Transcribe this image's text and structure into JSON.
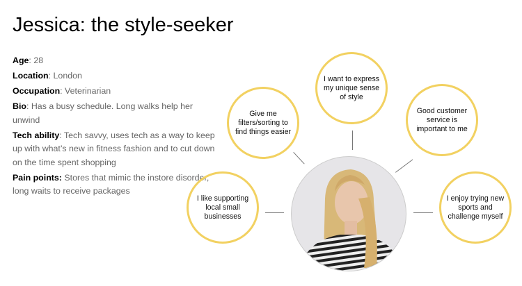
{
  "title": "Jessica: the style-seeker",
  "info": [
    {
      "label": "Age",
      "value": "28"
    },
    {
      "label": "Location",
      "value": "London"
    },
    {
      "label": "Occupation",
      "value": "Veterinarian"
    },
    {
      "label": "Bio",
      "value": "Has a busy schedule. Long walks help her unwind"
    },
    {
      "label": "Tech ability",
      "value": "Tech savvy, uses tech as a way to keep up with what’s new in fitness fashion and to cut down on the time spent shopping"
    },
    {
      "label": "Pain points:",
      "value": "Stores that mimic the instore disorder, long waits to receive packages"
    }
  ],
  "bubbles": {
    "top": "I want to express my unique sense of style",
    "upper_left": "Give me filters/sorting to find things easier",
    "upper_right": "Good customer service is important to me",
    "lower_left": "I like supporting local small businesses",
    "lower_right": "I enjoy trying new sports and challenge myself"
  },
  "colors": {
    "accent": "#f2d161"
  }
}
